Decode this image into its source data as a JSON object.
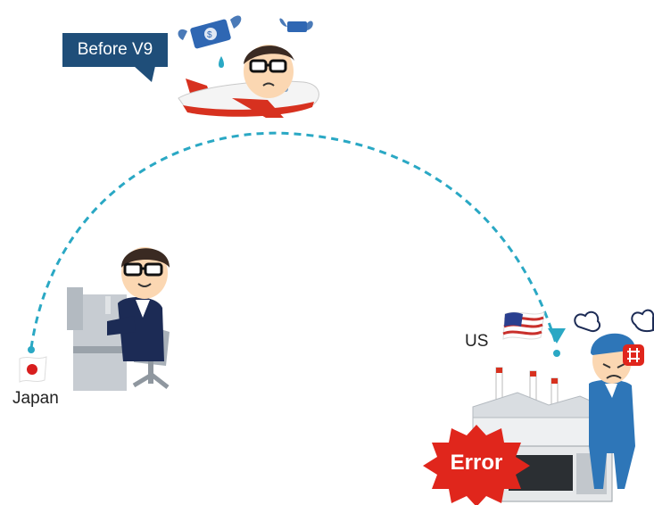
{
  "callout": {
    "text": "Before V9"
  },
  "locations": {
    "origin": "Japan",
    "destination": "US"
  },
  "error_badge": {
    "text": "Error"
  },
  "colors": {
    "callout_bg": "#1f4e79",
    "route": "#2aa8c4",
    "plane_red": "#d7311f",
    "error_red": "#e0261c",
    "suit": "#1c2b55",
    "worker_blue": "#2e76b8"
  },
  "icons": [
    "money-wing-icon",
    "sweat-drop-icon",
    "anger-mark-icon",
    "steam-puff-icon",
    "japan-flag-icon",
    "us-flag-icon"
  ]
}
